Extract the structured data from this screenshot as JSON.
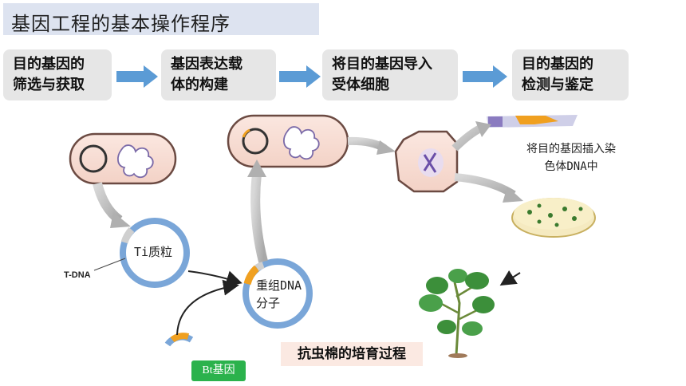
{
  "title": "基因工程的基本操作程序",
  "steps": [
    {
      "line1": "目的基因的",
      "line2": "筛选与获取"
    },
    {
      "line1": "基因表达载",
      "line2": "体的构建"
    },
    {
      "line1": "将目的基因导入",
      "line2": "受体细胞"
    },
    {
      "line1": "目的基因的",
      "line2": "检测与鉴定"
    }
  ],
  "labels": {
    "t_dna": "T-DNA",
    "ti_plasmid": "Ti质粒",
    "recombinant_line1": "重组DNA",
    "recombinant_line2": "分子",
    "insert_line1": "将目的基因插入染",
    "insert_line2": "色体DNA中",
    "bt_gene": "Bt基因",
    "caption": "抗虫棉的培育过程"
  },
  "colors": {
    "step_arrow": "#5b9bd5",
    "step_box": "#e6e6e6",
    "title_bar": "#dde3f0",
    "plasmid_ring": "#7aa6d8",
    "bt_segment": "#f0a020",
    "badge": "#2bb24c",
    "caption_bg": "#fbe9e2"
  }
}
